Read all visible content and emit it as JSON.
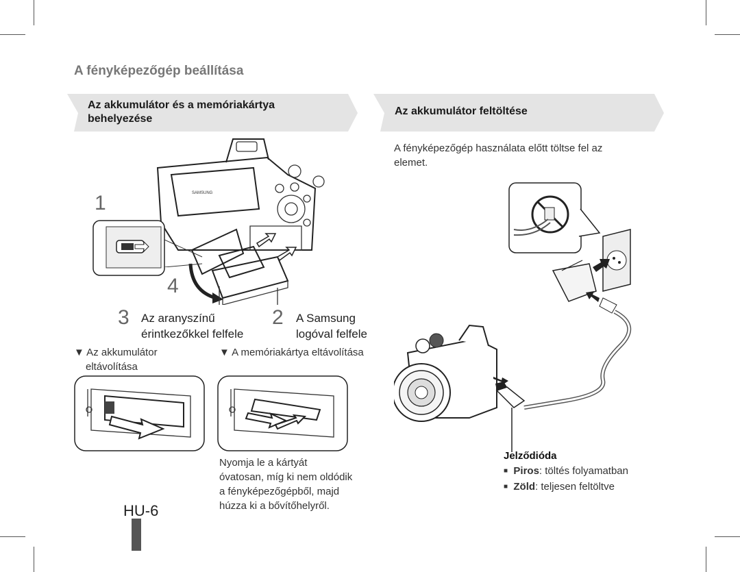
{
  "page": {
    "title": "A fényképezőgép beállítása",
    "page_number": "HU-6"
  },
  "left": {
    "banner": "Az akkumulátor és a memóriakártya behelyezése",
    "step1": "1",
    "step4": "4",
    "step3_num": "3",
    "step3_label_1": "Az aranyszínű",
    "step3_label_2": "érintkezőkkel felfele",
    "step2_num": "2",
    "step2_label_1": "A Samsung",
    "step2_label_2": "logóval felfele",
    "remove_battery_1": "▼ Az akkumulátor",
    "remove_battery_2": "eltávolítása",
    "remove_card": "▼ A memóriakártya eltávolítása",
    "card_note": [
      "Nyomja le a kártyát",
      "óvatosan, míg ki nem oldódik",
      "a fényképezőgépből, majd",
      "húzza ki a bővítőhelyről."
    ]
  },
  "right": {
    "banner": "Az akkumulátor feltöltése",
    "intro_1": "A fényképezőgép használata előtt töltse fel az",
    "intro_2": "elemet.",
    "indicator_title": "Jelződióda",
    "indicator_items": [
      {
        "key": "Piros",
        "text": ": töltés folyamatban"
      },
      {
        "key": "Zöld",
        "text": ": teljesen feltöltve"
      }
    ]
  }
}
